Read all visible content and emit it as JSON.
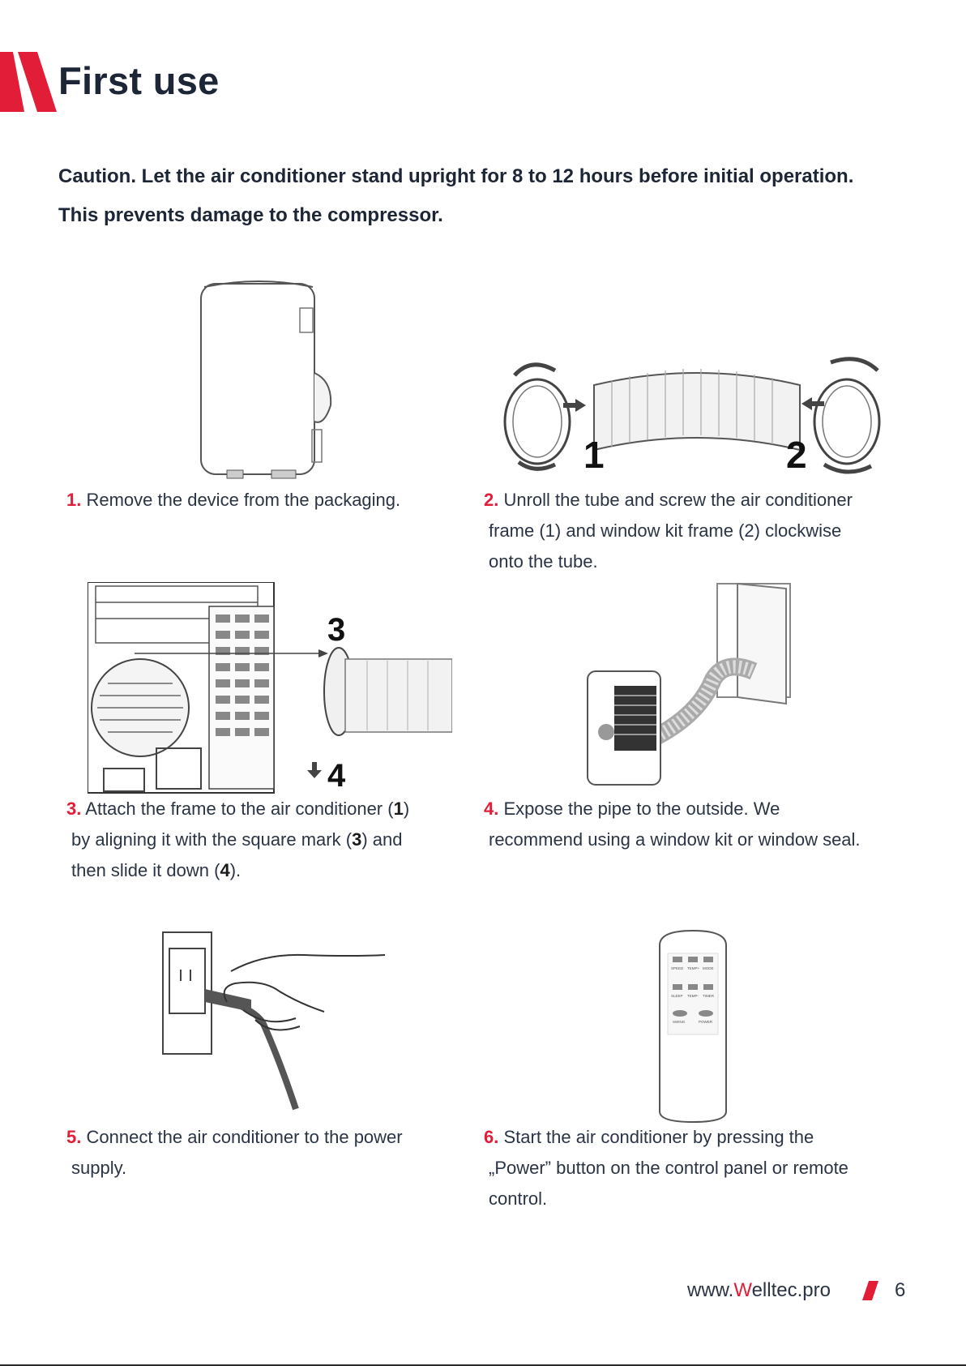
{
  "header": {
    "title": "First use"
  },
  "caution": {
    "line1": "Caution. Let the air conditioner stand upright for 8 to 12 hours before initial operation.",
    "line2": "This prevents damage to the compressor."
  },
  "steps": [
    {
      "num": "1.",
      "lines": [
        "Remove the device from the packaging."
      ]
    },
    {
      "num": "2.",
      "lines": [
        "Unroll the tube and screw the air conditioner",
        "frame (1) and window kit frame (2) clockwise",
        "onto the tube."
      ]
    },
    {
      "num": "3.",
      "line1_a": "Attach the frame to the air conditioner (",
      "line1_b": "1",
      "line1_c": ")",
      "line2_a": "by aligning it with the square mark (",
      "line2_b": "3",
      "line2_c": ") and",
      "line3_a": "then slide it down (",
      "line3_b": "4",
      "line3_c": ")."
    },
    {
      "num": "4.",
      "lines": [
        "Expose the pipe to the outside. We",
        "recommend using a window kit or window seal."
      ]
    },
    {
      "num": "5.",
      "lines": [
        "Connect the air conditioner to the power",
        "supply."
      ]
    },
    {
      "num": "6.",
      "lines": [
        "Start the air conditioner by pressing the",
        "„Power” button on the control panel or remote",
        "control."
      ]
    }
  ],
  "figures": {
    "fig2_labels": [
      "1",
      "2"
    ],
    "fig3_labels": [
      "3",
      "4"
    ],
    "remote_buttons": [
      "SPEED",
      "TEMP+",
      "MODE",
      "SLEEP",
      "TEMP-",
      "TIMER",
      "SWING",
      "POWER"
    ]
  },
  "footer": {
    "url_pre": "www.",
    "url_brand_letter": "W",
    "url_post": "elltec.pro",
    "page": "6"
  },
  "colors": {
    "accent": "#e11d38",
    "text": "#1d2636"
  }
}
